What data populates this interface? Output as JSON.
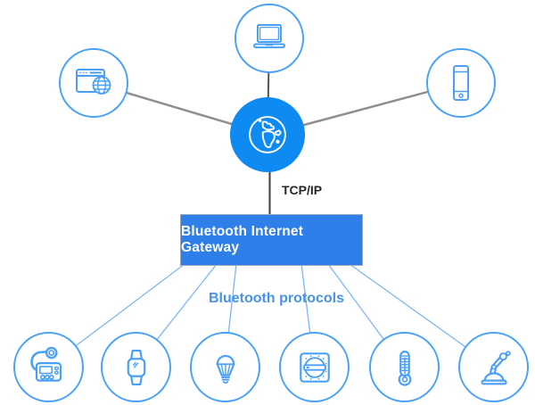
{
  "title": "Bluetooth Internet Gateway network diagram",
  "labels": {
    "tcp_ip": "TCP/IP",
    "gateway": "Bluetooth Internet Gateway",
    "protocols": "Bluetooth protocols"
  },
  "colors": {
    "hub_fill": "#0e8bf2",
    "gateway_fill": "#2e7fe9",
    "gateway_text": "#ffffff",
    "node_circle_stroke": "#4aa2f6",
    "icon_stroke": "#4aa0f5",
    "internet_link_line": "#8f8f8f",
    "backbone_line": "#3d3d3d",
    "bluetooth_link_line": "#7db6f5",
    "protocols_label_color": "#4793e8",
    "tcp_label_color": "#262626",
    "background": "#ffffff"
  },
  "hub": {
    "name": "internet-hub",
    "icon": "internet-globe-icon"
  },
  "internet_devices": [
    {
      "name": "web-browser",
      "icon": "web-browser-globe-icon"
    },
    {
      "name": "laptop",
      "icon": "laptop-icon"
    },
    {
      "name": "smartphone",
      "icon": "smartphone-icon"
    }
  ],
  "bluetooth_devices": [
    {
      "name": "blood-pressure-monitor",
      "icon": "blood-pressure-monitor-icon"
    },
    {
      "name": "smartwatch",
      "icon": "smartwatch-icon"
    },
    {
      "name": "led-bulb",
      "icon": "led-bulb-icon"
    },
    {
      "name": "rotary-switch",
      "icon": "rotary-switch-icon"
    },
    {
      "name": "thermometer",
      "icon": "thermometer-icon"
    },
    {
      "name": "robot-arm",
      "icon": "robot-arm-icon"
    }
  ]
}
